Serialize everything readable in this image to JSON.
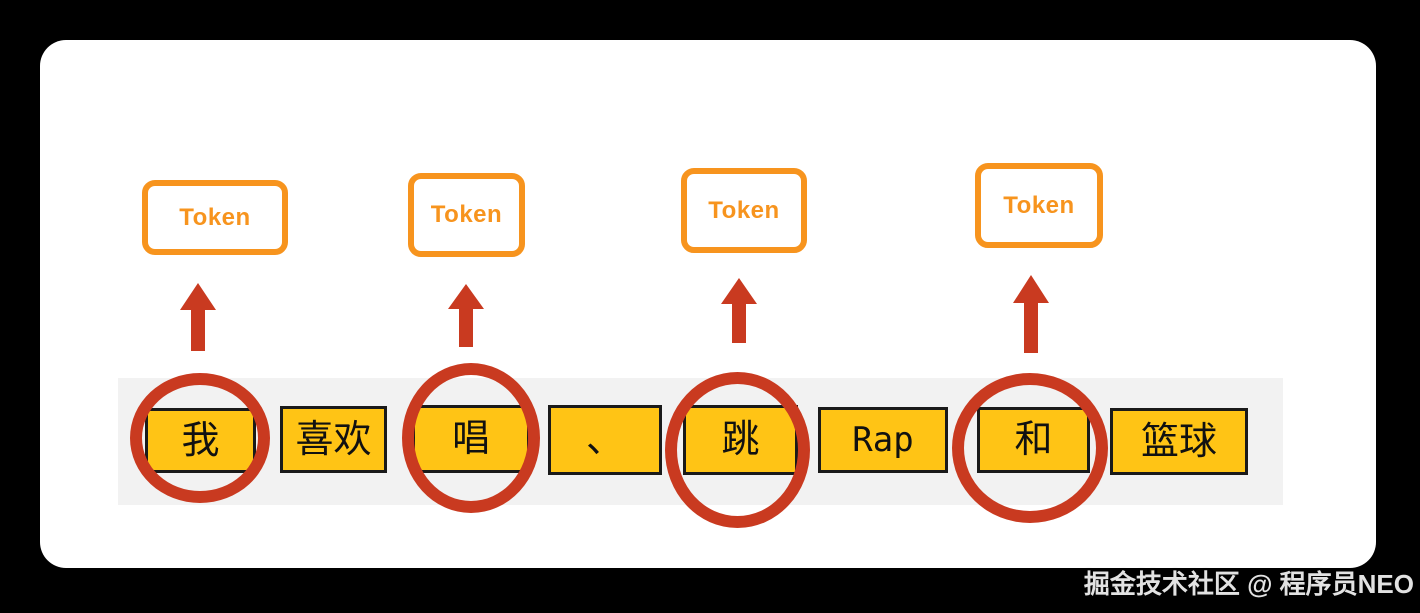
{
  "page": {
    "background_color": "#000000",
    "watermark": "掘金技术社区 @ 程序员NEO"
  },
  "colors": {
    "card_bg": "#ffffff",
    "token_box_orange": "#f7941e",
    "arrow_red": "#c93a20",
    "circle_red": "#c93a20",
    "cell_yellow": "#ffc415",
    "cell_border": "#1a1a1a",
    "band_gray": "#f2f2f2",
    "watermark_gray": "#e2e2e2"
  },
  "diagram": {
    "description": "Tokenization diagram: sentence split into token cells, four circled cells map to Token boxes",
    "token_boxes": [
      {
        "label": "Token"
      },
      {
        "label": "Token"
      },
      {
        "label": "Token"
      },
      {
        "label": "Token"
      }
    ],
    "tokens": [
      {
        "text": "我",
        "circled": true
      },
      {
        "text": "喜欢",
        "circled": false
      },
      {
        "text": "唱",
        "circled": true
      },
      {
        "text": "、",
        "circled": false
      },
      {
        "text": "跳",
        "circled": true
      },
      {
        "text": "Rap",
        "circled": false
      },
      {
        "text": "和",
        "circled": true
      },
      {
        "text": "篮球",
        "circled": false
      }
    ]
  }
}
